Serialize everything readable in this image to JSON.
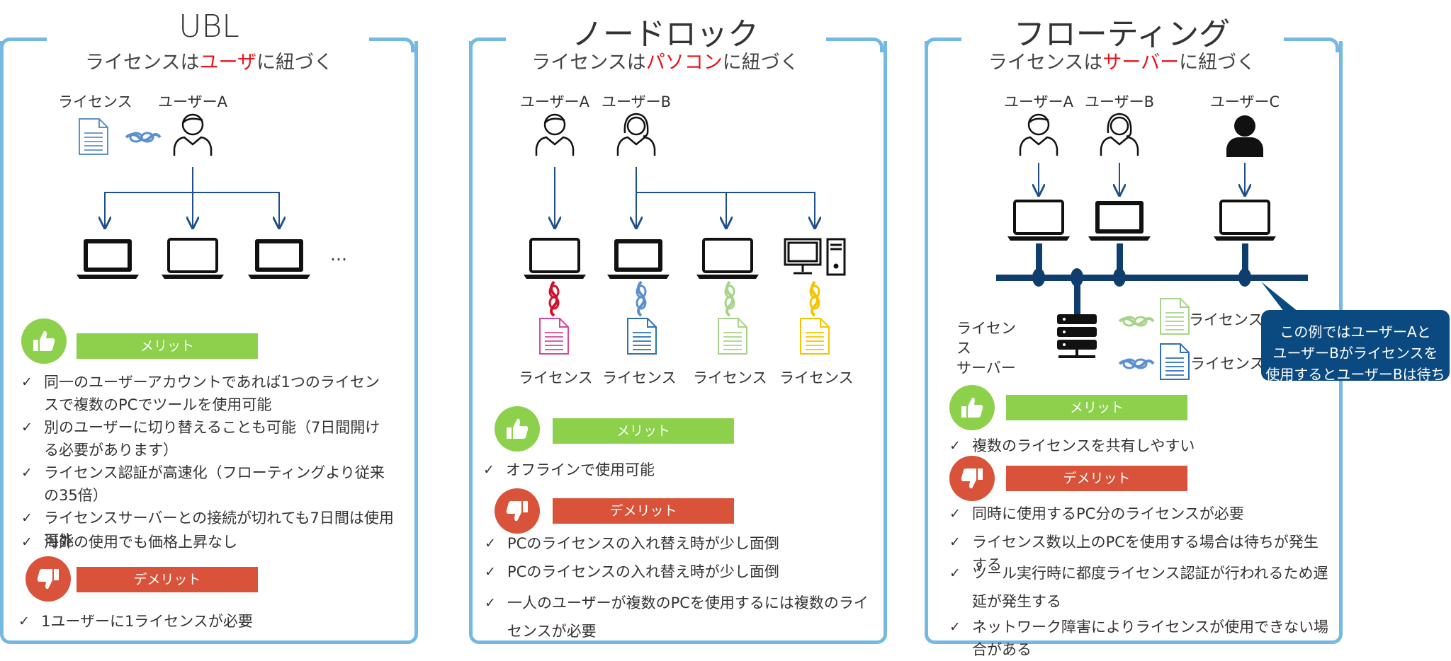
{
  "colors": {
    "frame": "#74b9e4",
    "merit": "#8cd04c",
    "demerit": "#d9533b",
    "arrow": "#1f4e8c",
    "callout": "#0b4a80",
    "accent_red": "#e8141b"
  },
  "panels": [
    {
      "title": "UBL",
      "subtitle_prefix": "ライセンスは",
      "subtitle_highlight": "ユーザ",
      "subtitle_suffix": "に紐づく",
      "labels": {
        "license": "ライセンス",
        "user_a": "ユーザーA",
        "ellipsis": "…"
      },
      "merit_label": "メリット",
      "merits": [
        "同一のユーザーアカウントであれば1つのライセンスで複数のPCでツールを使用可能",
        "別のユーザーに切り替えることも可能（7日間開ける必要があります）",
        "ライセンス認証が高速化（フローティングより従来の35倍）",
        "ライセンスサーバーとの接続が切れても7日間は使用可能",
        "海外の使用でも価格上昇なし"
      ],
      "demerit_label": "デメリット",
      "demerits": [
        "1ユーザーに1ライセンスが必要"
      ]
    },
    {
      "title": "ノードロック",
      "subtitle_prefix": "ライセンスは",
      "subtitle_highlight": "パソコン",
      "subtitle_suffix": "に紐づく",
      "labels": {
        "user_a": "ユーザーA",
        "user_b": "ユーザーB",
        "license1": "ライセンス",
        "license2": "ライセンス",
        "license3": "ライセンス",
        "license4": "ライセンス"
      },
      "merit_label": "メリット",
      "merits": [
        "オフラインで使用可能"
      ],
      "demerit_label": "デメリット",
      "demerits": [
        "PCのライセンスの入れ替え時が少し面倒",
        "PCのライセンスの入れ替え時が少し面倒",
        "一人のユーザーが複数のPCを使用するには複数のライセンスが必要"
      ]
    },
    {
      "title": "フローティング",
      "subtitle_prefix": "ライセンスは",
      "subtitle_highlight": "サーバー",
      "subtitle_suffix": "に紐づく",
      "labels": {
        "user_a": "ユーザーA",
        "user_b": "ユーザーB",
        "user_c": "ユーザーC",
        "server": "ライセンス\nサーバー",
        "license1": "ライセンス",
        "license2": "ライセンス"
      },
      "callout": "この例ではユーザーAと\nユーザーBがライセンスを\n使用するとユーザーBは待ち",
      "merit_label": "メリット",
      "merits": [
        "複数のライセンスを共有しやすい"
      ],
      "demerit_label": "デメリット",
      "demerits": [
        "同時に使用するPC分のライセンスが必要",
        "ライセンス数以上のPCを使用する場合は待ちが発生する",
        "ツール実行時に都度ライセンス認証が行われるため遅延が発生する",
        "ネットワーク障害によりライセンスが使用できない場合がある"
      ]
    }
  ]
}
